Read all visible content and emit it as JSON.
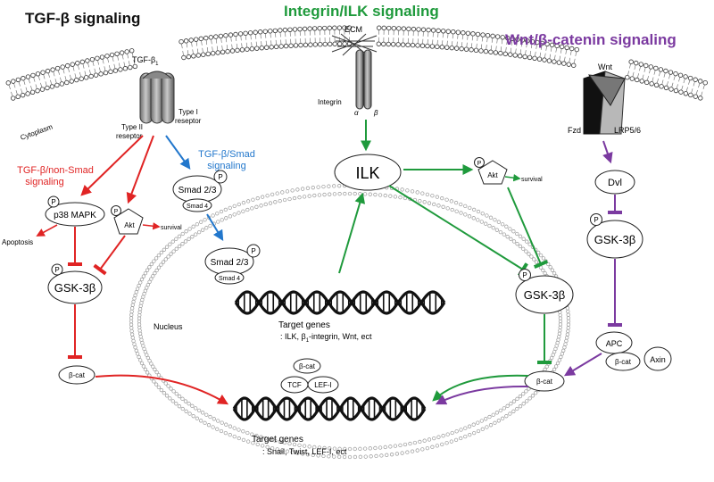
{
  "titles": {
    "tgf": "TGF-β signaling",
    "integrin": "Integrin/ILK signaling",
    "wnt": "Wnt/β-catenin signaling"
  },
  "membrane": {
    "ecm": "ECM",
    "cytoplasm": "Cytoplasm",
    "tgf_ligand_main": "TGF-β",
    "tgf_ligand_sub": "1",
    "type2": [
      "Type II",
      "reseptor"
    ],
    "type1": [
      "Type I",
      "reseptor"
    ],
    "integrin": "Integrin",
    "alpha": "α",
    "beta": "β",
    "wnt": "Wnt",
    "fzd": "Fzd",
    "lrp": "LRP5/6"
  },
  "tgf": {
    "non_smad": [
      "TGF-β/non-Smad",
      "signaling"
    ],
    "smad_sig": [
      "TGF-β/Smad",
      "signaling"
    ],
    "p38": "p38 MAPK",
    "p": "P",
    "akt": "Akt",
    "survival": "survival",
    "apoptosis": "Apoptosis",
    "gsk": "GSK-3β",
    "bcat": "β-cat",
    "smad23": "Smad 2/3",
    "smad4": "Smad 4"
  },
  "nucleus": {
    "label": "Nucleus",
    "target1_title": "Target genes",
    "target1_a": ": ILK, β",
    "target1_sub": "1",
    "target1_b": "-integrin, Wnt, ect",
    "bcat": "β-cat",
    "tcf": "TCF",
    "lef": "LEF-I",
    "target2_title": "Target genes",
    "target2_list": ": Snail, Twist, LEF-I, ect"
  },
  "ilk": {
    "ilk": "ILK",
    "akt": "Akt",
    "survival": "survival",
    "gsk": "GSK-3β",
    "bcat": "β-cat"
  },
  "wnt_path": {
    "dvl": "Dvl",
    "gsk": "GSK-3β",
    "apc": "APC",
    "bcat": "β-cat",
    "axin": "Axin"
  },
  "colors": {
    "tgf_title": "#111111",
    "integrin": "#1f9a3c",
    "wnt": "#7b3aa0",
    "nonsmad": "#e02424",
    "smad": "#2277cc"
  }
}
